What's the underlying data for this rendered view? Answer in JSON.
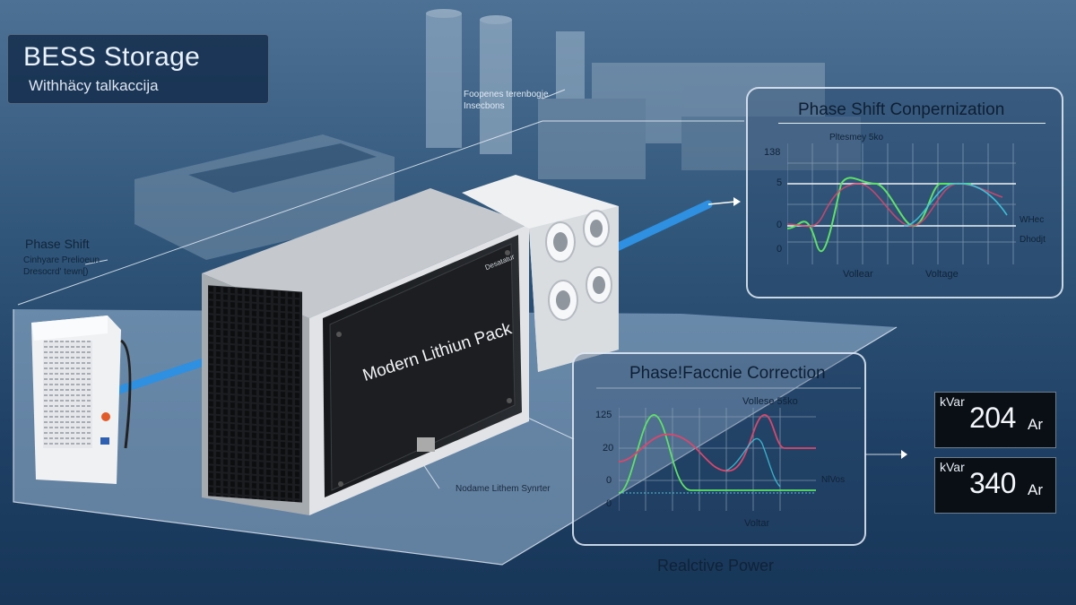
{
  "header": {
    "title": "BESS Storage",
    "subtitle": "Withhäcy talkaccija"
  },
  "top_note": {
    "line1": "Foopenes terenbogje",
    "line2": "Insecbons"
  },
  "left_label": {
    "title": "Phase Shift",
    "line1": "Cinhyare Prelioeun",
    "line2": "Dresocrd' tewn[)"
  },
  "device": {
    "brand": "Desatatur",
    "label": "Modern Lithiun Pack",
    "caption": "Nodame Lithem Synrter"
  },
  "panel_top": {
    "title": "Phase Shift Conpernization",
    "legend": "Pltesmey 5ko",
    "y_ticks": [
      "138",
      "5",
      "0",
      "0"
    ],
    "x_labels": [
      "Vollear",
      "Voltage"
    ],
    "right_labels": [
      "WHec",
      "Dhodjt"
    ]
  },
  "panel_bottom": {
    "title": "Phase!Faccnie Correction",
    "legend": "Vollese 5ško",
    "y_ticks": [
      "125",
      "20",
      "0",
      "0"
    ],
    "x_label": "Voltar",
    "right_label": "NlVos"
  },
  "bottom_caption": "Realctive Power",
  "readouts": [
    {
      "unit": "kVar",
      "value": "204",
      "suffix": "Ar"
    },
    {
      "unit": "kVar",
      "value": "340",
      "suffix": "Ar"
    }
  ],
  "colors": {
    "bg": "#2f5579",
    "green": "#5fe06a",
    "pink": "#d9476c",
    "cyan": "#3fc9e0",
    "blue_pipe": "#2f8fe0",
    "grid": "#9aaebd"
  }
}
